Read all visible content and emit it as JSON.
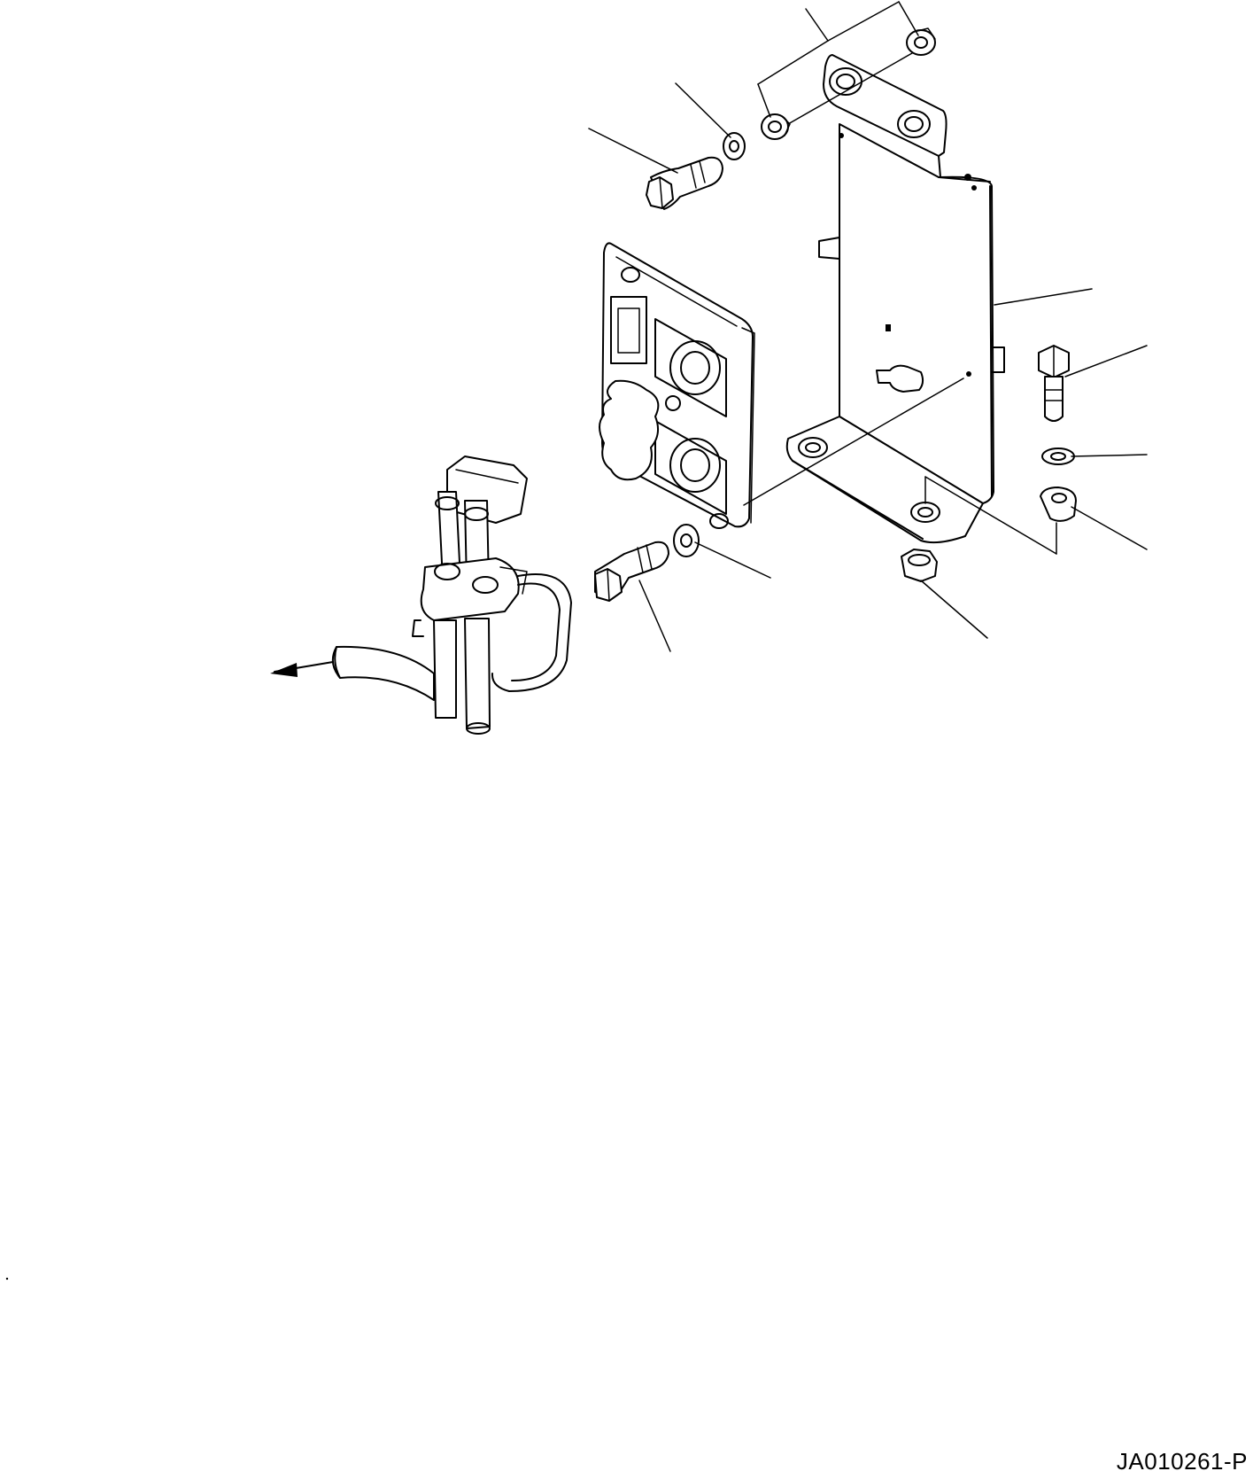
{
  "figure": {
    "code": "JA010261-P"
  },
  "parts": [
    {
      "id": "bracket",
      "icon": "mounting-bracket-icon"
    },
    {
      "id": "controller",
      "icon": "controller-unit-icon"
    },
    {
      "id": "harness",
      "icon": "wiring-harness-icon"
    },
    {
      "id": "bolt-top",
      "icon": "bolt-icon"
    },
    {
      "id": "bolt-right",
      "icon": "bolt-icon"
    },
    {
      "id": "bolt-bottom",
      "icon": "bolt-icon"
    },
    {
      "id": "washer-top",
      "icon": "washer-icon"
    },
    {
      "id": "washer-right",
      "icon": "washer-icon"
    },
    {
      "id": "washer-bottom",
      "icon": "washer-icon"
    },
    {
      "id": "grommet-top",
      "icon": "grommet-icon"
    },
    {
      "id": "grommet-right",
      "icon": "grommet-icon"
    },
    {
      "id": "nut-bottom",
      "icon": "nut-icon"
    }
  ]
}
